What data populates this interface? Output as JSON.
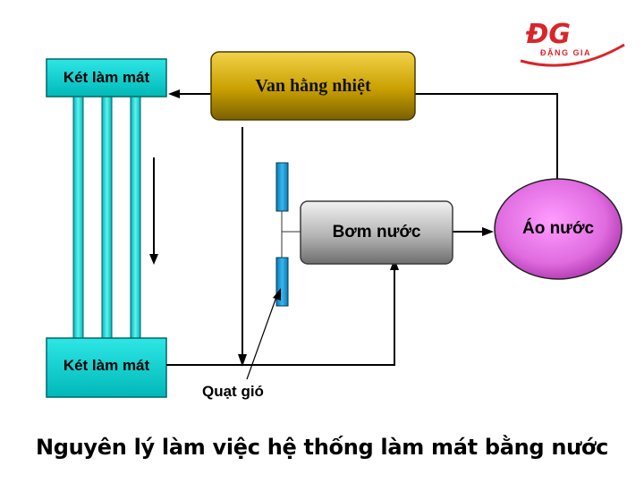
{
  "diagram": {
    "caption": "Nguyên lý làm việc hệ thống làm mát bằng nước",
    "nodes": {
      "radiator_top": "Két làm mát",
      "radiator_bottom": "Két làm mát",
      "thermostat": "Van hằng nhiệt",
      "pump": "Bơm nước",
      "water_jacket": "Áo nước",
      "fan": "Quạt gió"
    },
    "logo": {
      "mark": "ĐG",
      "text": "ĐẶNG GIA"
    },
    "colors": {
      "radiator": "#00cccc",
      "thermostat": "#c8a400",
      "pump": "#909090",
      "water_jacket": "#e070e0",
      "fan_blade": "#1a9fd8",
      "logo": "#d9252a"
    }
  }
}
